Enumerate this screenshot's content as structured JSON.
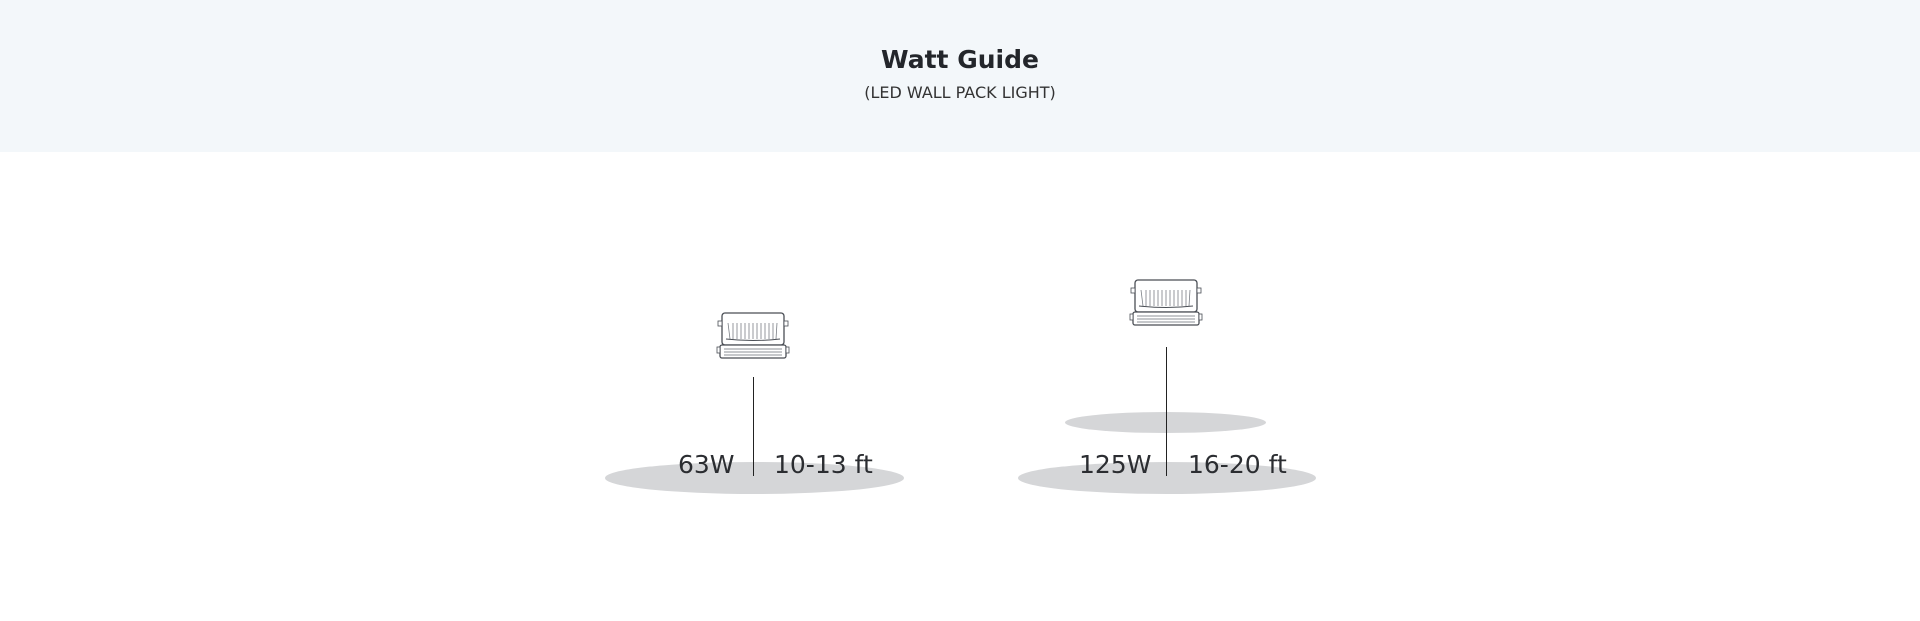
{
  "header": {
    "title": "Watt Guide",
    "subtitle": "(LED WALL PACK LIGHT)"
  },
  "products": [
    {
      "wattage": "63W",
      "height": "10-13 ft",
      "icon": "wall-pack-light-icon"
    },
    {
      "wattage": "125W",
      "height": "16-20 ft",
      "icon": "wall-pack-light-icon"
    }
  ],
  "colors": {
    "header_bg": "#f3f7fa",
    "light_pool": "#d5d6d8",
    "text": "#2b2d31"
  }
}
